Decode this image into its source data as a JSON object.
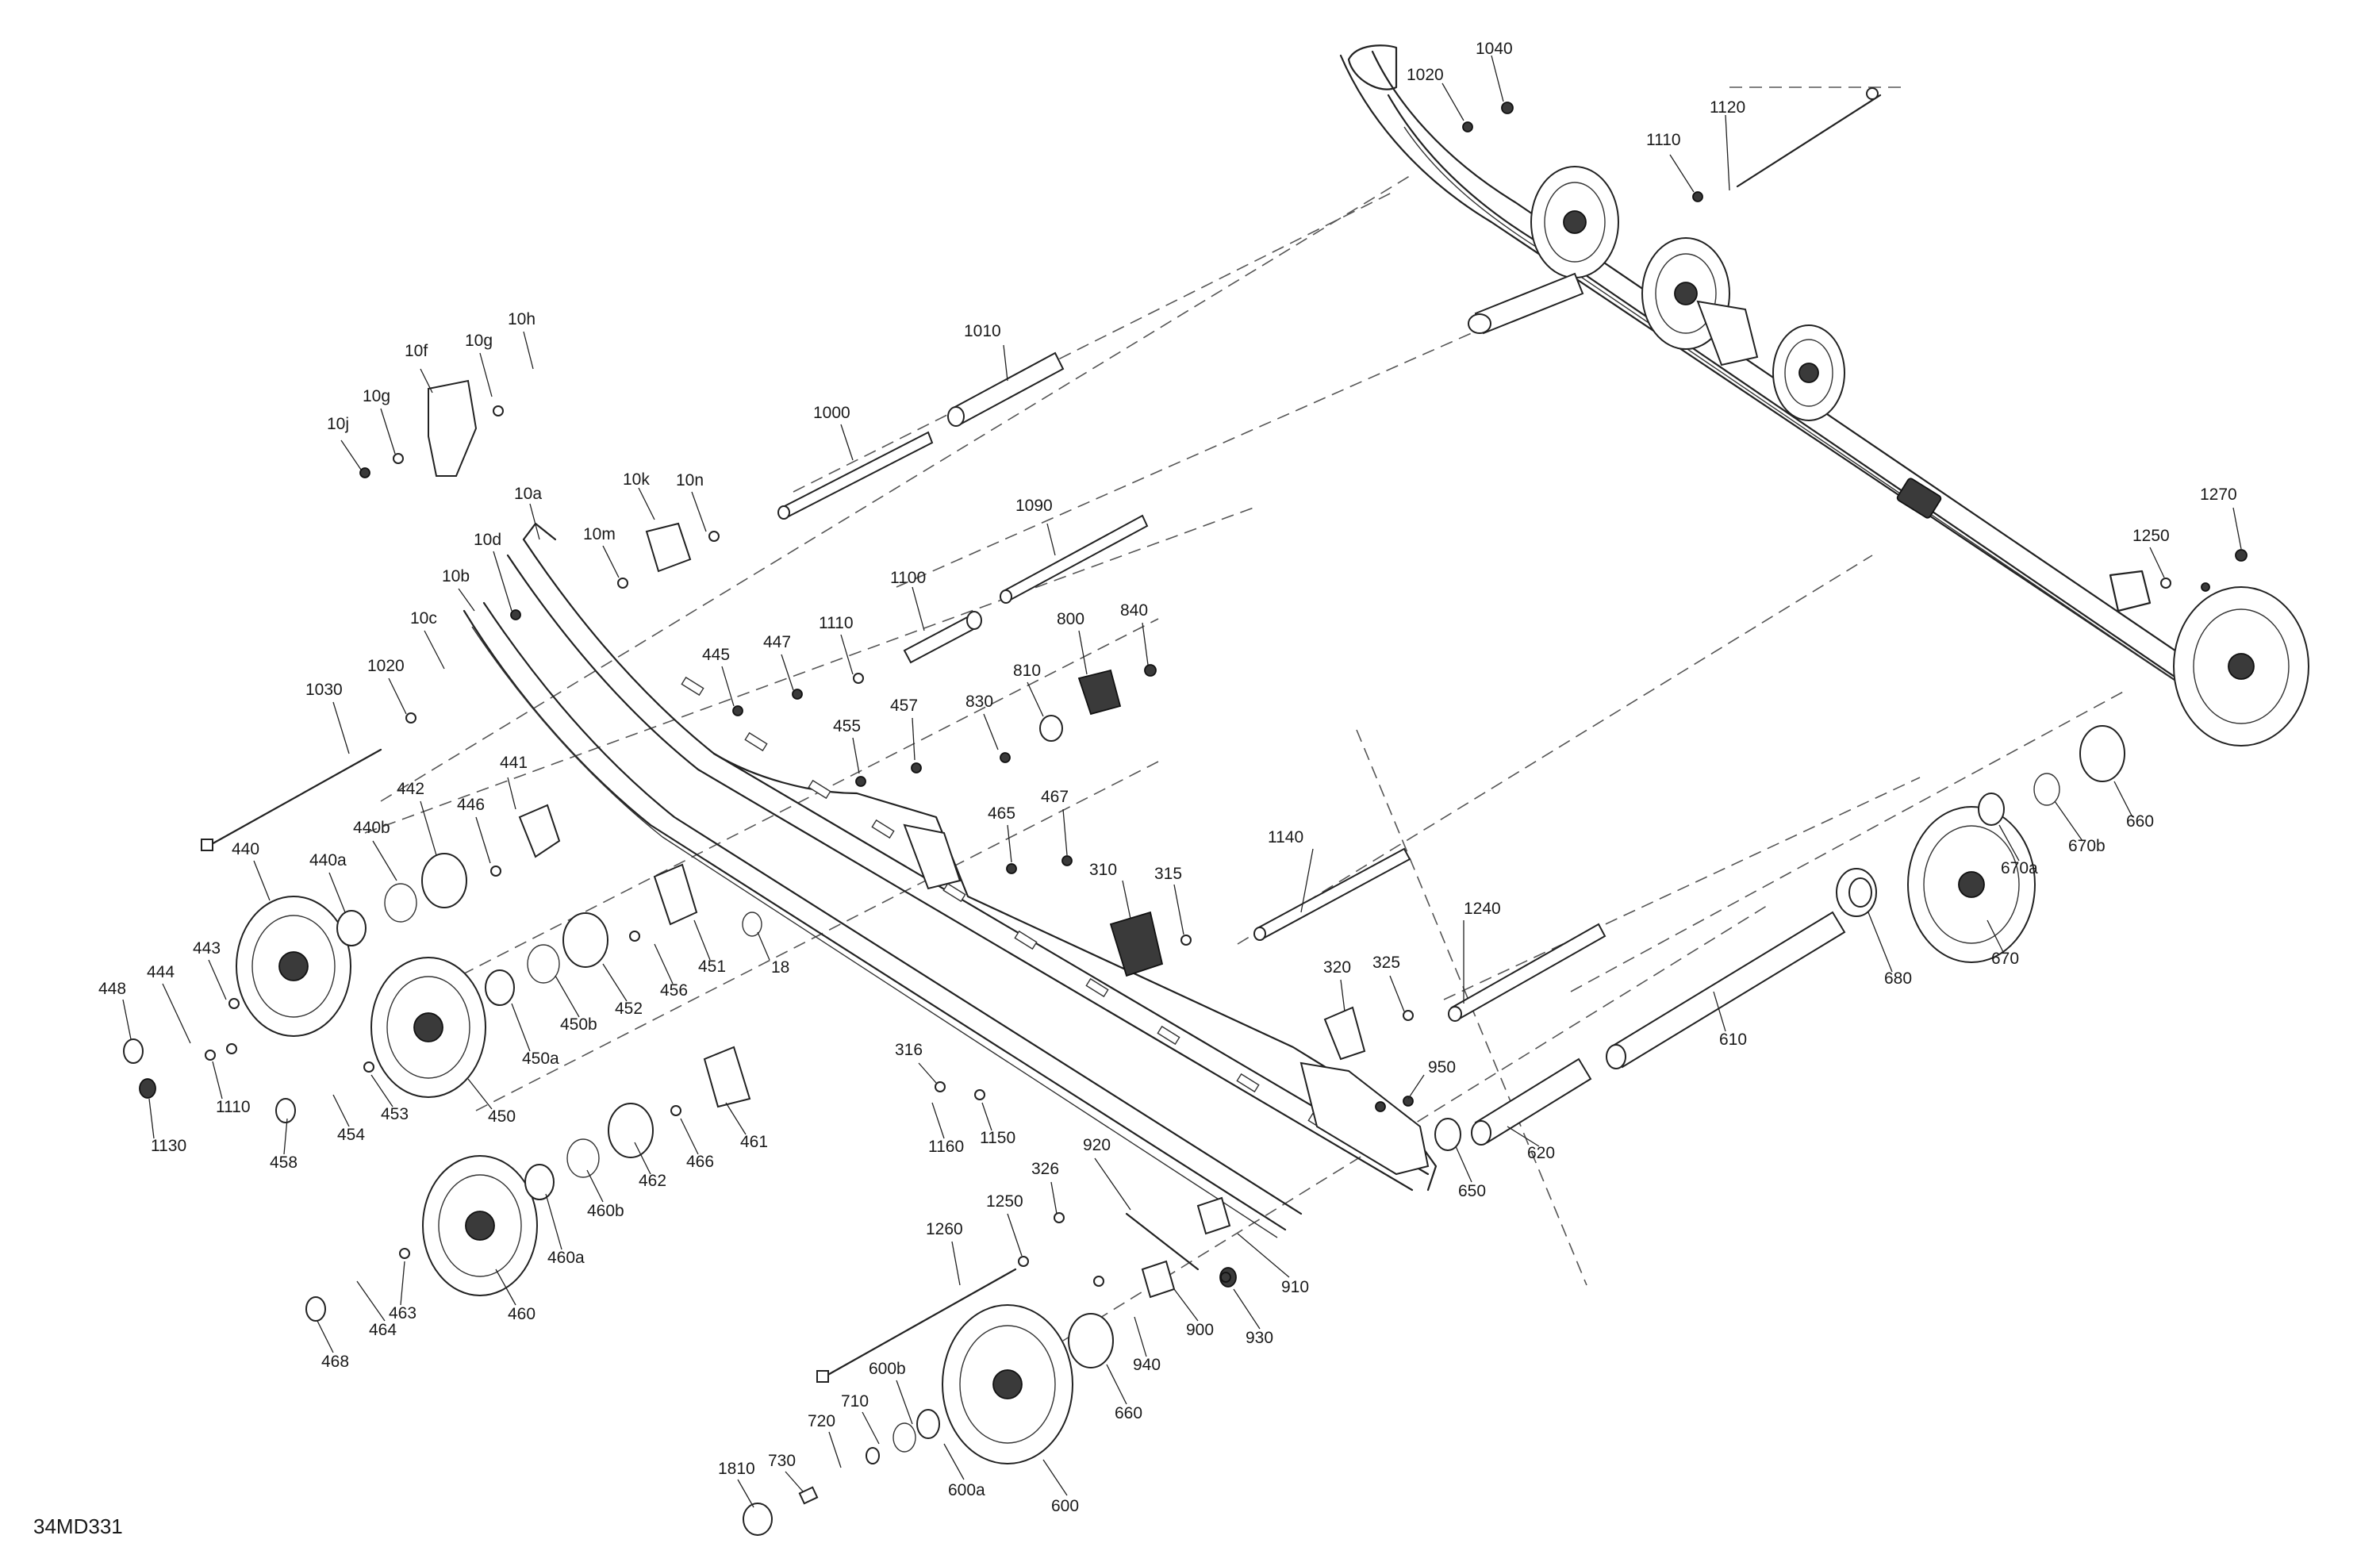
{
  "figure_code": "34MD331",
  "callouts": [
    {
      "key": "c_1040",
      "text": "1040"
    },
    {
      "key": "c_1020a",
      "text": "1020"
    },
    {
      "key": "c_1120",
      "text": "1120"
    },
    {
      "key": "c_1110a",
      "text": "1110"
    },
    {
      "key": "c_1010",
      "text": "1010"
    },
    {
      "key": "c_1000",
      "text": "1000"
    },
    {
      "key": "c_1090",
      "text": "1090"
    },
    {
      "key": "c_1100",
      "text": "1100"
    },
    {
      "key": "c_1110b",
      "text": "1110"
    },
    {
      "key": "c_10h",
      "text": "10h"
    },
    {
      "key": "c_10g1",
      "text": "10g"
    },
    {
      "key": "c_10f",
      "text": "10f"
    },
    {
      "key": "c_10g2",
      "text": "10g"
    },
    {
      "key": "c_10j",
      "text": "10j"
    },
    {
      "key": "c_10a",
      "text": "10a"
    },
    {
      "key": "c_10k",
      "text": "10k"
    },
    {
      "key": "c_10n",
      "text": "10n"
    },
    {
      "key": "c_10m",
      "text": "10m"
    },
    {
      "key": "c_10d",
      "text": "10d"
    },
    {
      "key": "c_10b",
      "text": "10b"
    },
    {
      "key": "c_10c",
      "text": "10c"
    },
    {
      "key": "c_1020b",
      "text": "1020"
    },
    {
      "key": "c_1030",
      "text": "1030"
    },
    {
      "key": "c_445",
      "text": "445"
    },
    {
      "key": "c_447",
      "text": "447"
    },
    {
      "key": "c_800",
      "text": "800"
    },
    {
      "key": "c_840",
      "text": "840"
    },
    {
      "key": "c_810",
      "text": "810"
    },
    {
      "key": "c_830",
      "text": "830"
    },
    {
      "key": "c_455",
      "text": "455"
    },
    {
      "key": "c_457",
      "text": "457"
    },
    {
      "key": "c_441",
      "text": "441"
    },
    {
      "key": "c_442",
      "text": "442"
    },
    {
      "key": "c_446",
      "text": "446"
    },
    {
      "key": "c_440b",
      "text": "440b"
    },
    {
      "key": "c_440",
      "text": "440"
    },
    {
      "key": "c_440a",
      "text": "440a"
    },
    {
      "key": "c_465",
      "text": "465"
    },
    {
      "key": "c_467",
      "text": "467"
    },
    {
      "key": "c_1140",
      "text": "1140"
    },
    {
      "key": "c_1270",
      "text": "1270"
    },
    {
      "key": "c_1250a",
      "text": "1250"
    },
    {
      "key": "c_660a",
      "text": "660"
    },
    {
      "key": "c_670b",
      "text": "670b"
    },
    {
      "key": "c_670a",
      "text": "670a"
    },
    {
      "key": "c_448",
      "text": "448"
    },
    {
      "key": "c_444",
      "text": "444"
    },
    {
      "key": "c_443",
      "text": "443"
    },
    {
      "key": "c_1110c",
      "text": "1110"
    },
    {
      "key": "c_1130",
      "text": "1130"
    },
    {
      "key": "c_451",
      "text": "451"
    },
    {
      "key": "c_456",
      "text": "456"
    },
    {
      "key": "c_452",
      "text": "452"
    },
    {
      "key": "c_450b",
      "text": "450b"
    },
    {
      "key": "c_450a",
      "text": "450a"
    },
    {
      "key": "c_450",
      "text": "450"
    },
    {
      "key": "c_18",
      "text": "18"
    },
    {
      "key": "c_310",
      "text": "310"
    },
    {
      "key": "c_315",
      "text": "315"
    },
    {
      "key": "c_1240",
      "text": "1240"
    },
    {
      "key": "c_670",
      "text": "670"
    },
    {
      "key": "c_680",
      "text": "680"
    },
    {
      "key": "c_610",
      "text": "610"
    },
    {
      "key": "c_458",
      "text": "458"
    },
    {
      "key": "c_454",
      "text": "454"
    },
    {
      "key": "c_453",
      "text": "453"
    },
    {
      "key": "c_461",
      "text": "461"
    },
    {
      "key": "c_466",
      "text": "466"
    },
    {
      "key": "c_462",
      "text": "462"
    },
    {
      "key": "c_460b",
      "text": "460b"
    },
    {
      "key": "c_460a",
      "text": "460a"
    },
    {
      "key": "c_460",
      "text": "460"
    },
    {
      "key": "c_316",
      "text": "316"
    },
    {
      "key": "c_1160",
      "text": "1160"
    },
    {
      "key": "c_1150",
      "text": "1150"
    },
    {
      "key": "c_320",
      "text": "320"
    },
    {
      "key": "c_325",
      "text": "325"
    },
    {
      "key": "c_950",
      "text": "950"
    },
    {
      "key": "c_620",
      "text": "620"
    },
    {
      "key": "c_650",
      "text": "650"
    },
    {
      "key": "c_920",
      "text": "920"
    },
    {
      "key": "c_326",
      "text": "326"
    },
    {
      "key": "c_910",
      "text": "910"
    },
    {
      "key": "c_900",
      "text": "900"
    },
    {
      "key": "c_930",
      "text": "930"
    },
    {
      "key": "c_940",
      "text": "940"
    },
    {
      "key": "c_660b",
      "text": "660"
    },
    {
      "key": "c_1250b",
      "text": "1250"
    },
    {
      "key": "c_1260",
      "text": "1260"
    },
    {
      "key": "c_463",
      "text": "463"
    },
    {
      "key": "c_464",
      "text": "464"
    },
    {
      "key": "c_468",
      "text": "468"
    },
    {
      "key": "c_600b",
      "text": "600b"
    },
    {
      "key": "c_710",
      "text": "710"
    },
    {
      "key": "c_720",
      "text": "720"
    },
    {
      "key": "c_730",
      "text": "730"
    },
    {
      "key": "c_1810",
      "text": "1810"
    },
    {
      "key": "c_600a",
      "text": "600a"
    },
    {
      "key": "c_600",
      "text": "600"
    }
  ]
}
